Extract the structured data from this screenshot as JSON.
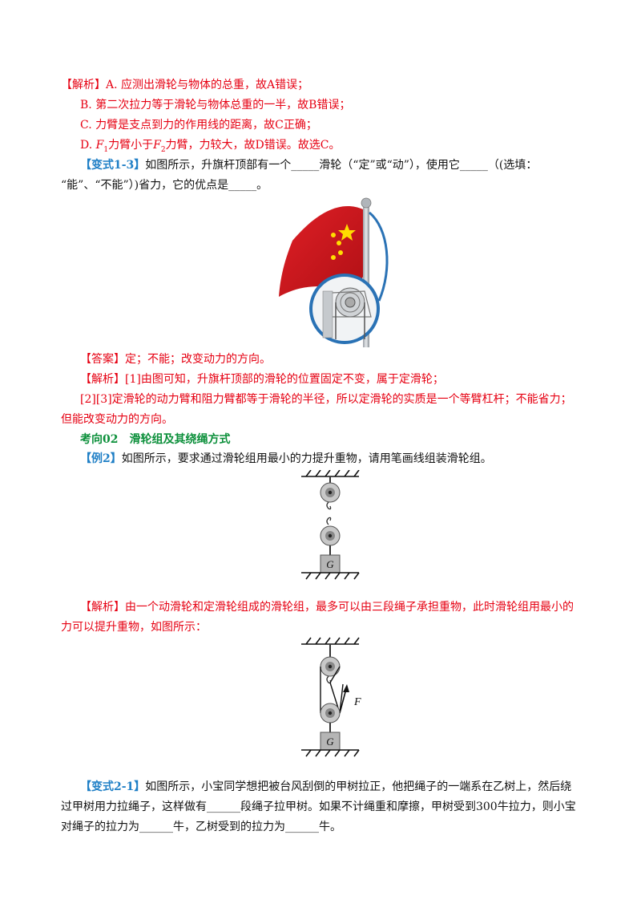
{
  "analysis1": {
    "label": "【解析】",
    "line_a": "A. 应测出滑轮与物体的总重，故A错误；",
    "line_b": "B. 第二次拉力等于滑轮与物体总重的一半，故B错误；",
    "line_c": "C. 力臂是支点到力的作用线的距离，故C正确；",
    "line_d_pre": "D. ",
    "line_d_f1": "F",
    "line_d_s1": "1",
    "line_d_mid": "力臂小于",
    "line_d_f2": "F",
    "line_d_s2": "2",
    "line_d_post": "力臂，力较大，故D错误。故选C。"
  },
  "variant13": {
    "label": "【变式1-3】",
    "q1": "如图所示，升旗杆顶部有一个_____滑轮（“定”或“动”），使用它_____（(选填：",
    "q2": "“能”、“不能”）)省力，它的优点是_____。"
  },
  "answer13": {
    "label": "【答案】",
    "text": "定；不能；改变动力的方向。"
  },
  "analysis13": {
    "label": "【解析】",
    "line1": "[1]由图可知，升旗杆顶部的滑轮的位置固定不变，属于定滑轮；",
    "line2": "[2][3]定滑轮的动力臂和阻力臂都等于滑轮的半径，所以定滑轮的实质是一个等臂杠杆；不能省力；",
    "line3": "但能改变动力的方向。"
  },
  "section02": {
    "title": "考向02　滑轮组及其绕绳方式"
  },
  "example2": {
    "label": "【例2】",
    "text": "如图所示，要求通过滑轮组用最小的力提升重物，请用笔画线组装滑轮组。",
    "weight_label": "G"
  },
  "analysis2": {
    "label": "【解析】",
    "line1": "由一个动滑轮和定滑轮组成的滑轮组，最多可以由三段绳子承担重物，此时滑轮组用最小的",
    "line2": "力可以提升重物，如图所示：",
    "weight_label": "G",
    "force_label": "F"
  },
  "variant21": {
    "label": "【变式2-1】",
    "line1": "如图所示，小宝同学想把被台风刮倒的甲树拉正，他把绳子的一端系在乙树上，然后绕",
    "line2": "过甲树用力拉绳子，这样做有______段绳子拉甲树。如果不计绳重和摩擦，甲树受到300牛拉力，则小宝",
    "line3": "对绳子的拉力为______牛，乙树受到的拉力为______牛。"
  },
  "colors": {
    "analysis_red": "#e60012",
    "label_blue": "#1f7fc6",
    "section_green": "#0b8f3a",
    "flag_red": "#d7141a",
    "flag_star": "#ffde00"
  }
}
